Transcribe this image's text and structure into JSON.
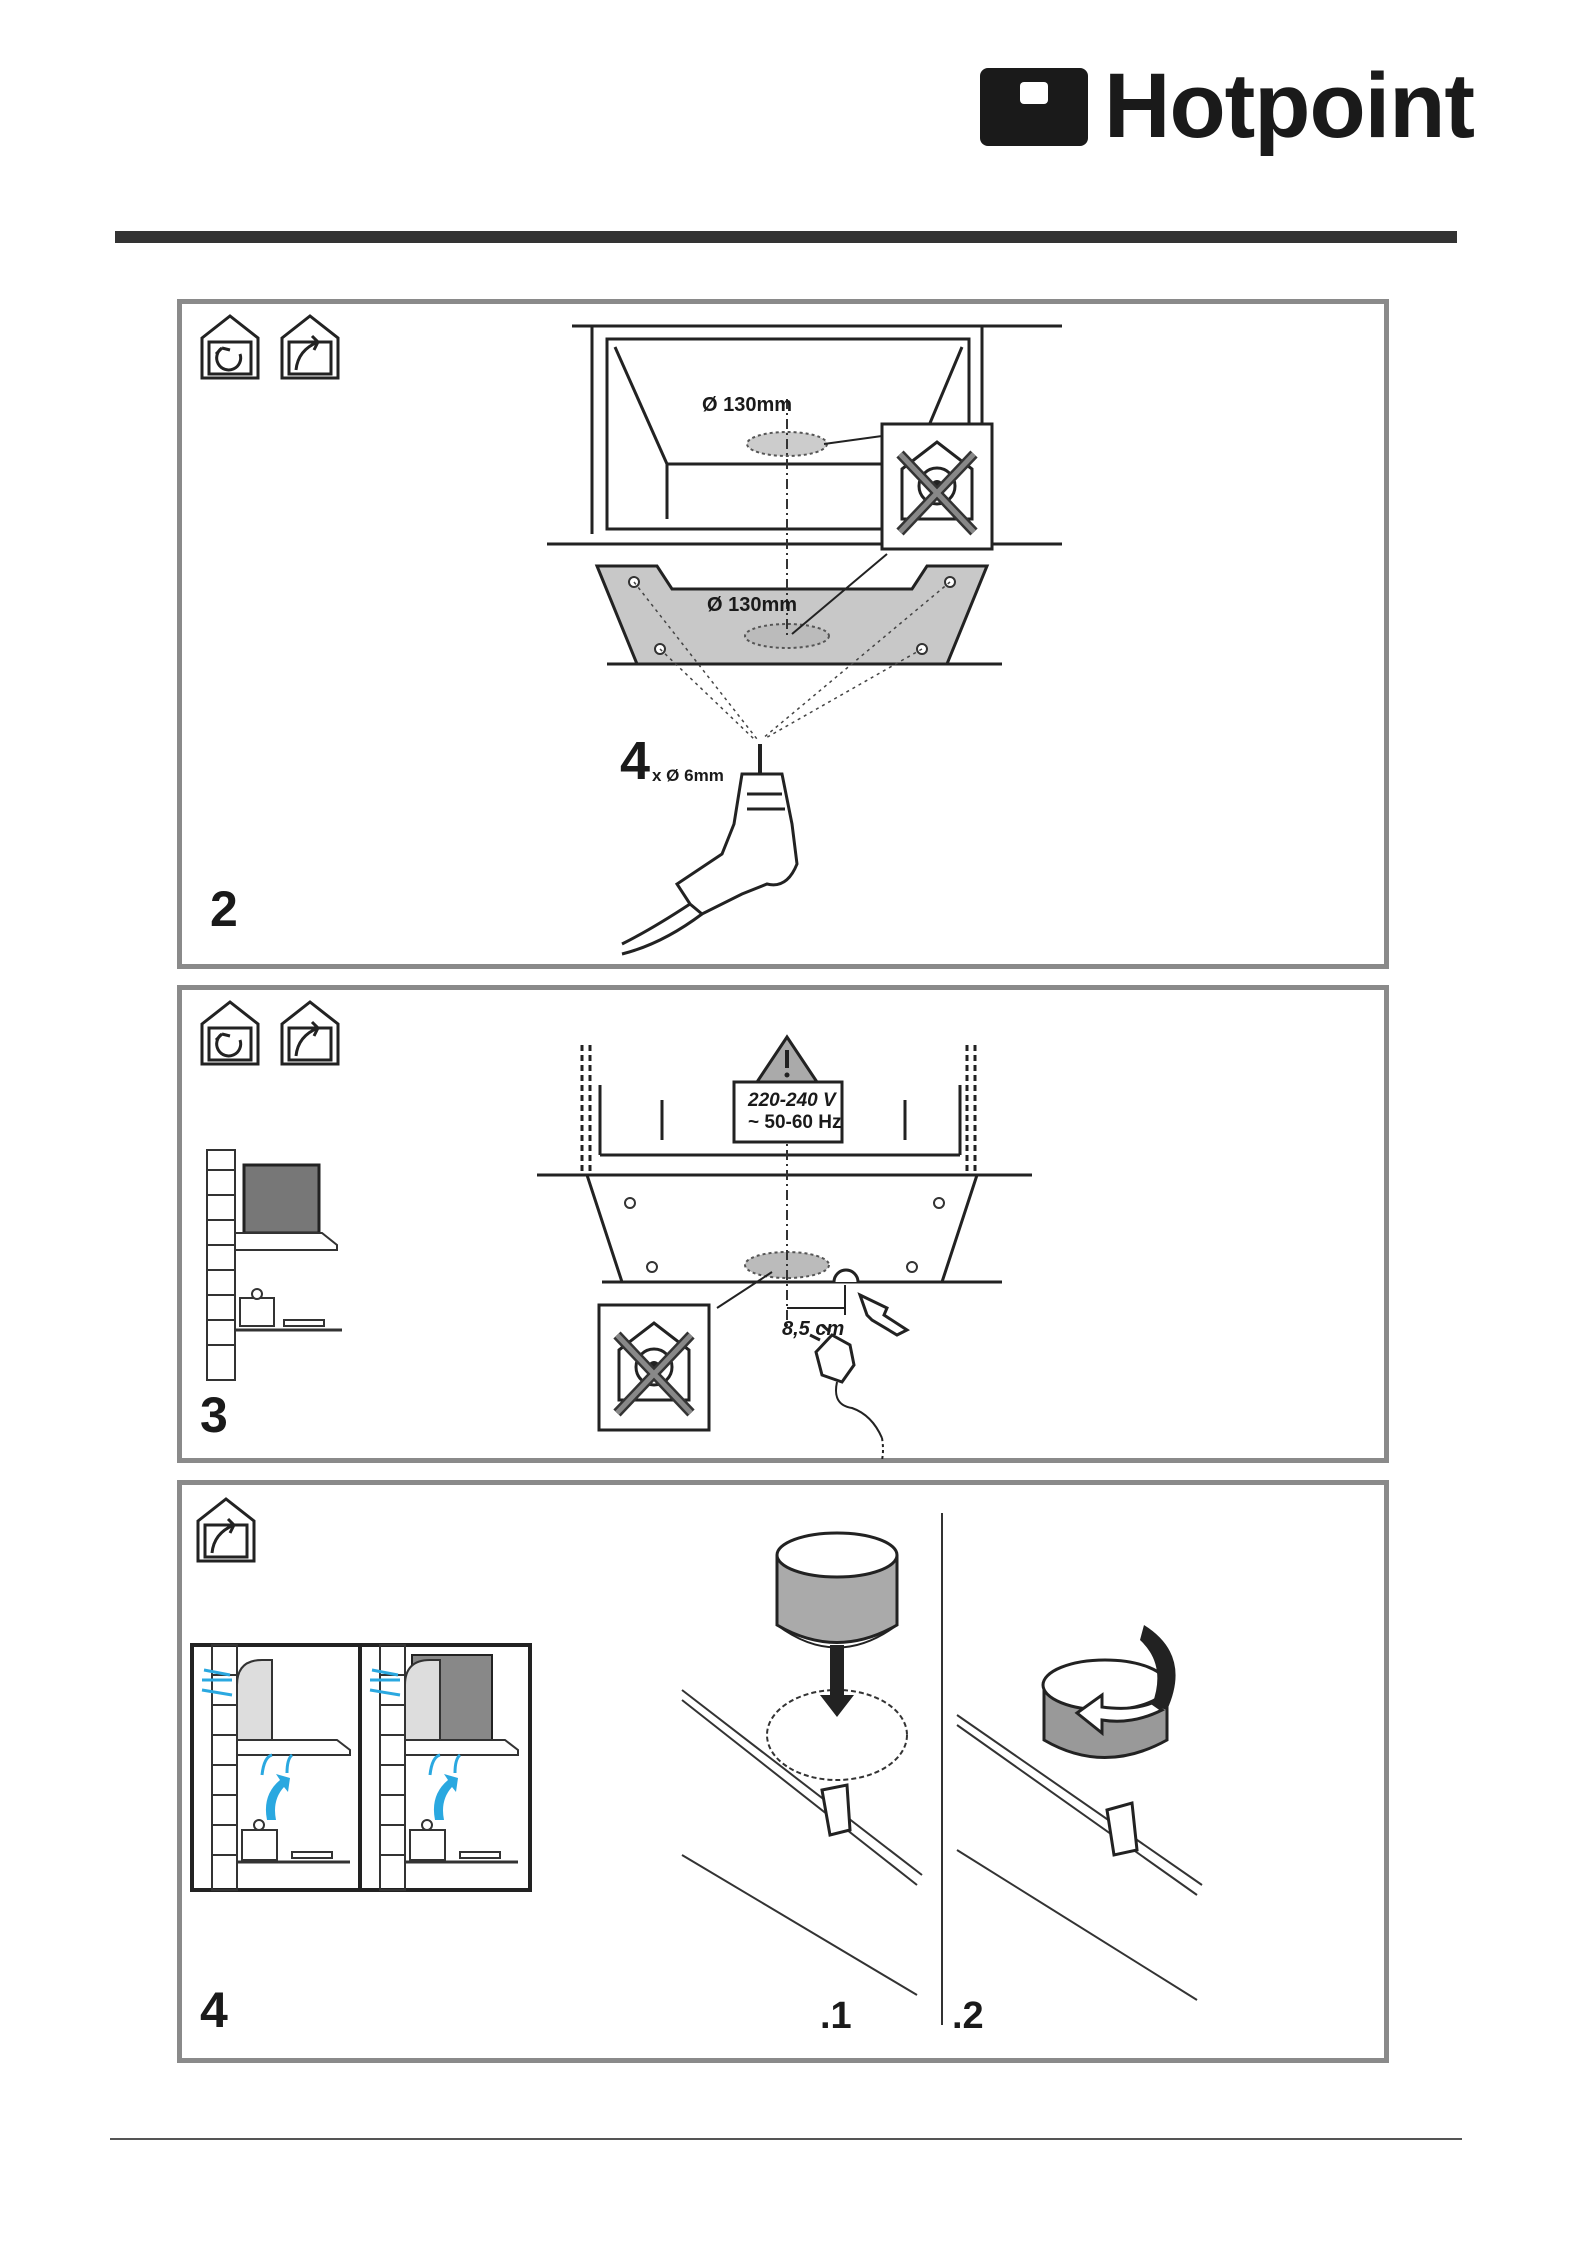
{
  "brand": {
    "name": "Hotpoint"
  },
  "steps": [
    {
      "number": "2",
      "diameter_label_top": "Ø 130mm",
      "diameter_label_bottom": "Ø 130mm",
      "drill_count": "4",
      "drill_spec": "x Ø 6mm"
    },
    {
      "number": "3",
      "warning_voltage": "220-240 V",
      "warning_frequency": "~ 50-60 Hz",
      "distance_label": "8,5 cm"
    },
    {
      "number": "4",
      "sub_step_1": ".1",
      "sub_step_2": ".2"
    }
  ],
  "icons": {
    "recirculation": "recirculation-mode-icon",
    "extraction": "extraction-mode-icon",
    "warning": "warning-triangle-icon",
    "no_recirc": "no-recirculation-icon"
  },
  "colors": {
    "rule": "#333333",
    "frame": "#8a8a8a",
    "fill_gray": "#c8c8c8",
    "air_blue": "#2aa8e0"
  }
}
